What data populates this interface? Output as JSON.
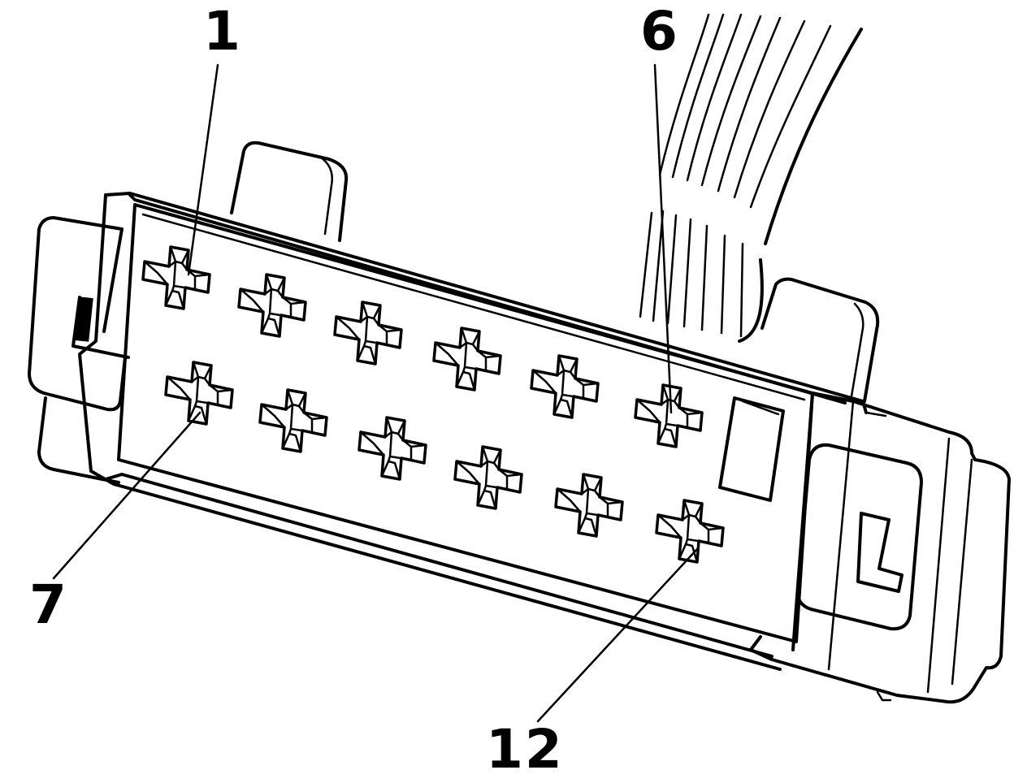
{
  "diagram": {
    "pin_labels": {
      "pin_1": "1",
      "pin_6": "6",
      "pin_7": "7",
      "pin_12": "12"
    },
    "rows": 2,
    "pins_per_row": 6,
    "colors": {
      "line": "#000000",
      "background": "#ffffff"
    }
  }
}
